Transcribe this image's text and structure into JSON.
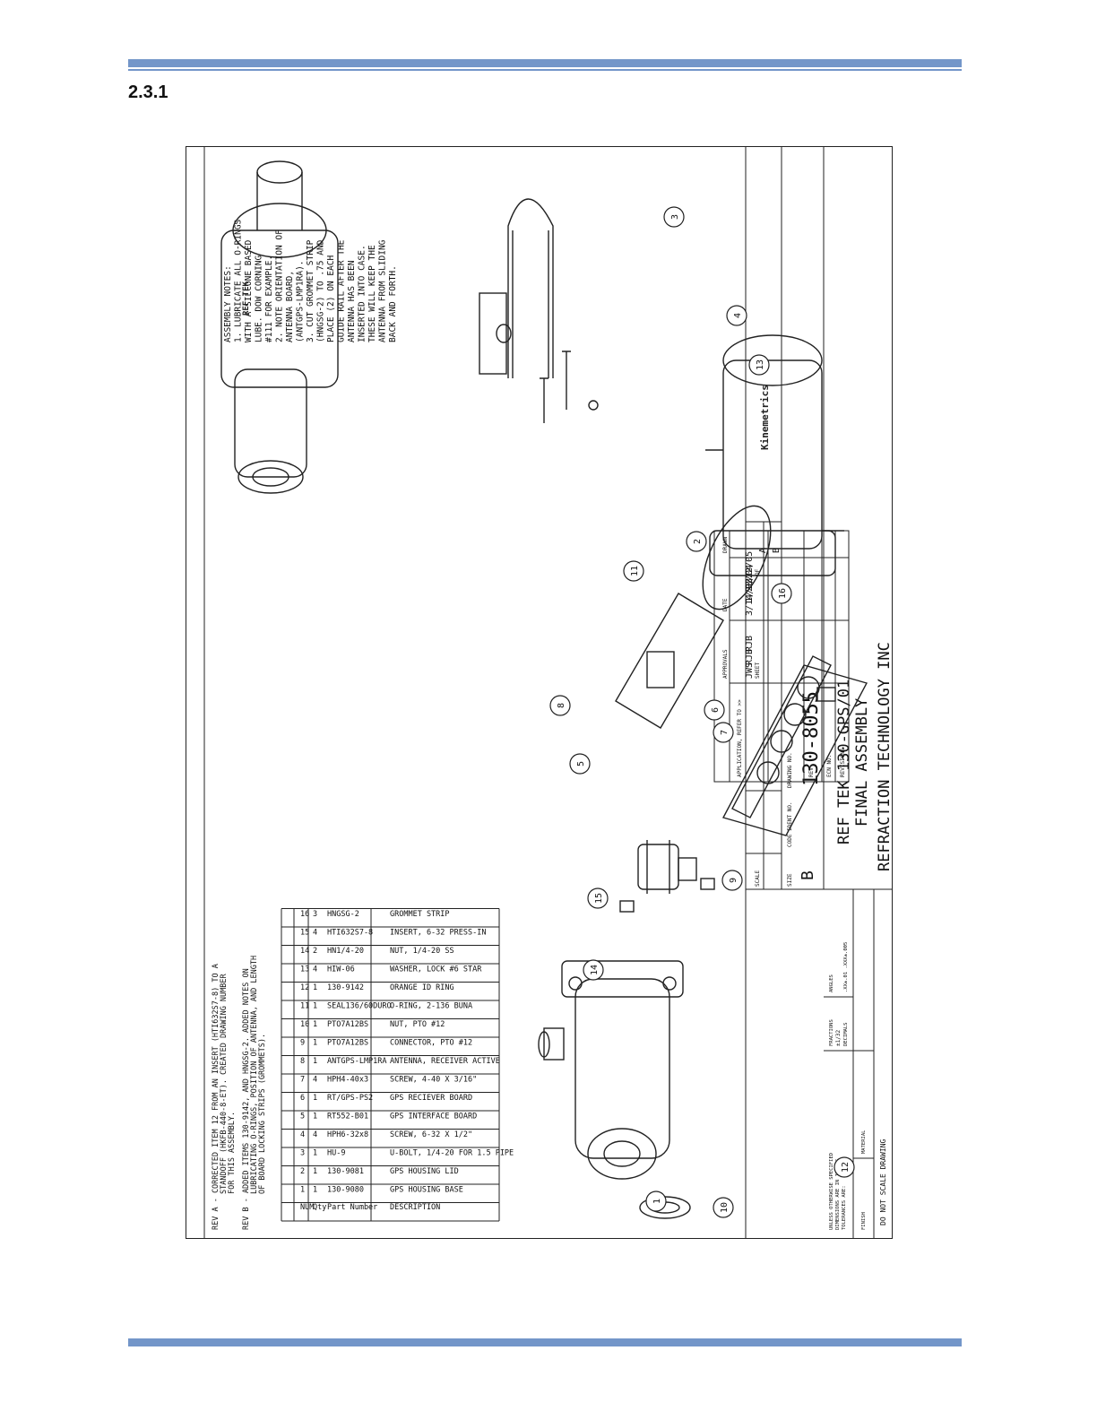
{
  "section_number": "2.3.1",
  "rev_notes": [
    "REV A - CORRECTED ITEM 12 FROM AN INSERT (HTI632S7-8) TO A",
    "STANDOFF (HKFB-440-8-ET). CREATED DRAWING NUMBER",
    "FOR THIS ASSEMBLY.",
    "REV B - ADDED ITEMS 130-9142, AND HNGSG-2. ADDED NOTES ON",
    "LUBRICATING O-RINGS, POSITION OF ANTENNA, AND LENGTH",
    "OF BOARD LOCKING STRIPS (GROMMETS)."
  ],
  "assembly_notes": [
    "ASSEMBLY NOTES:",
    "1. LUBRICATE ALL O-RINGS",
    "WITH A SILCONE BASED",
    "LUBE. DOW CORNING",
    "#111 FOR EXAMPLE.",
    "2. NOTE ORIENTATION OF",
    "ANTENNA BOARD,",
    "(ANTGPS-LMP1RA).",
    "3. CUT GROMMET STRIP",
    "(HNGSG-2) TO .75 AND",
    "PLACE (2) ON EACH",
    "GUIDE RAIL AFTER THE",
    "ANTENNA HAS BEEN",
    "INSERTED INTO CASE.",
    "THESE WILL KEEP THE",
    "ANTENNA FROM SLIDING",
    "BACK AND FORTH."
  ],
  "bom": {
    "headers": [
      "NUM",
      "Qty",
      "Part Number",
      "DESCRIPTION"
    ],
    "rows": [
      [
        "1",
        "1",
        "130-9080",
        "GPS HOUSING BASE"
      ],
      [
        "2",
        "1",
        "130-9081",
        "GPS HOUSING LID"
      ],
      [
        "3",
        "1",
        "HU-9",
        "U-BOLT, 1/4-20 FOR 1.5 PIPE"
      ],
      [
        "4",
        "4",
        "HPH6-32x8",
        "SCREW, 6-32 X 1/2\""
      ],
      [
        "5",
        "1",
        "RT552-B01",
        "GPS INTERFACE BOARD"
      ],
      [
        "6",
        "1",
        "RT/GPS-PS2",
        "GPS RECIEVER BOARD"
      ],
      [
        "7",
        "4",
        "HPH4-40x3",
        "SCREW, 4-40 X 3/16\""
      ],
      [
        "8",
        "1",
        "ANTGPS-LMP1RA",
        "ANTENNA, RECEIVER ACTIVE"
      ],
      [
        "9",
        "1",
        "PTO7A12BS",
        "CONNECTOR, PTO #12"
      ],
      [
        "10",
        "1",
        "PTO7A12BS",
        "NUT, PTO #12"
      ],
      [
        "11",
        "1",
        "SEAL136/60DURO",
        "O-RING, 2-136 BUNA"
      ],
      [
        "12",
        "1",
        "130-9142",
        "ORANGE ID RING"
      ],
      [
        "13",
        "4",
        "HIW-06",
        "WASHER, LOCK #6 STAR"
      ],
      [
        "14",
        "2",
        "HN1/4-20",
        "NUT, 1/4-20 SS"
      ],
      [
        "15",
        "4",
        "HTI632S7-8",
        "INSERT, 6-32 PRESS-IN"
      ],
      [
        "16",
        "3",
        "HNGSG-2",
        "GROMMET STRIP"
      ]
    ]
  },
  "balloons": [
    "1",
    "2",
    "3",
    "4",
    "5",
    "6",
    "7",
    "8",
    "9",
    "10",
    "11",
    "12",
    "13",
    "14",
    "15",
    "16"
  ],
  "title_block": {
    "company": "REFRACTION TECHNOLOGY INC",
    "title_line1": "FINAL ASSEMBLY",
    "title_line2": "REF TEK 130-GPS/01",
    "size_label": "SIZE",
    "size_value": "B",
    "code_ident_label": "CODE IDENT NO.",
    "drawing_no_label": "DRAWING NO.",
    "drawing_no": "130-8055",
    "scale_label": "SCALE",
    "sheet_label": "SHEET",
    "of_label": "OF"
  },
  "revisions": {
    "application_label": "APPLICATION, REFER TO >>",
    "approvals_label": "APPROVALS",
    "date_label": "DATE",
    "drawn_label": "DRAWN",
    "rev_label": "REV",
    "ecn_label": "ECN NO.",
    "revisions_label": "REVISIONS",
    "rows": [
      {
        "by": "JWS",
        "date": "3/14/03",
        "rev": ""
      },
      {
        "by": "RJB",
        "date": "1/23/04",
        "rev": "A"
      },
      {
        "by": "RJB",
        "date": "9/22/05",
        "rev": "B"
      }
    ]
  },
  "tolerances": {
    "line1": "UNLESS OTHERWISE SPECIFIED",
    "line2": "DIMENSIONS ARE IN INCHES",
    "line3": "TOLERANCES ARE:",
    "fractions": "FRACTIONS",
    "decimals": "DECIMALS",
    "angles": "ANGLES",
    "frac_value": "±1/32",
    "dec_value": ".XX±.01 .XXX±.005",
    "material_label": "MATERIAL",
    "finish_label": "FINISH",
    "do_not_scale": "DO NOT SCALE DRAWING"
  },
  "case_marking": "Kinemetrics",
  "case_marking2": "REF TEK"
}
